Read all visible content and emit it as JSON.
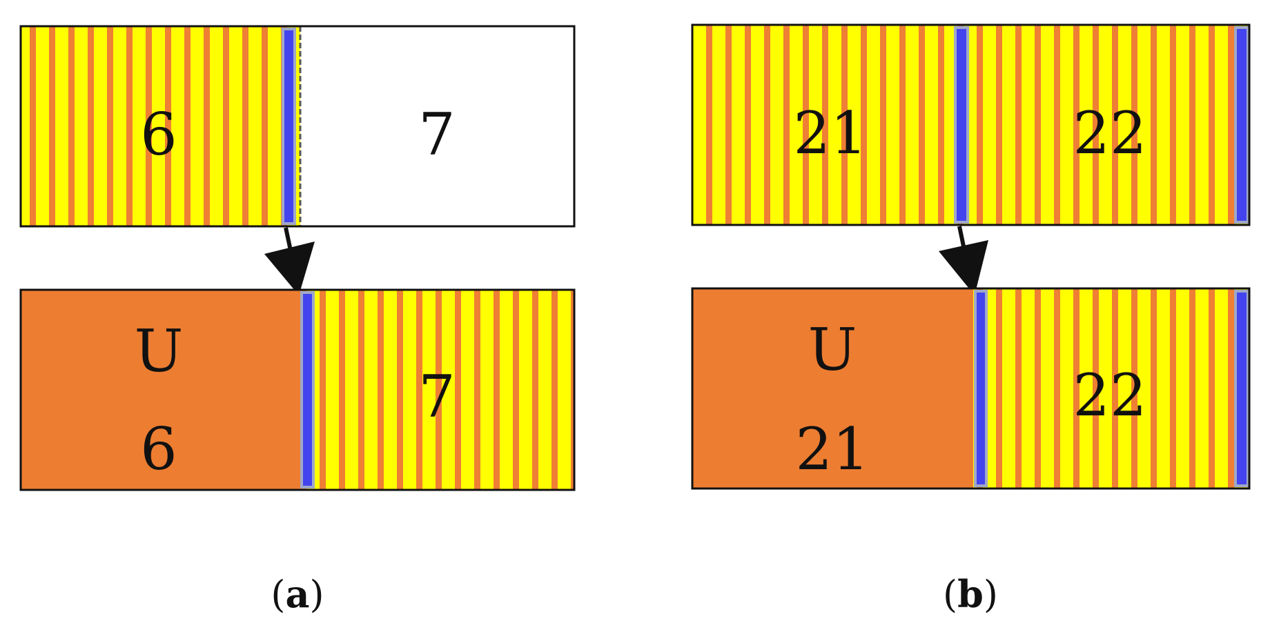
{
  "colors": {
    "stripe_bg": "#ffff00",
    "stripe_line": "#ee7f34",
    "used": "#ed7d31",
    "empty": "#ffffff",
    "marker": "#4444ee",
    "marker_border": "#a0a8c8",
    "outline": "#111111",
    "arrow": "#111111"
  },
  "panel_a": {
    "caption_open": "(",
    "caption_letter": "a",
    "caption_close": ")",
    "before": {
      "left_label": "6",
      "right_label": "7"
    },
    "after": {
      "left_line1": "U",
      "left_line2": "6",
      "right_label": "7"
    }
  },
  "panel_b": {
    "caption_open": "(",
    "caption_letter": "b",
    "caption_close": ")",
    "before": {
      "left_label": "21",
      "right_label": "22"
    },
    "after": {
      "left_line1": "U",
      "left_line2": "21",
      "right_label": "22"
    }
  }
}
